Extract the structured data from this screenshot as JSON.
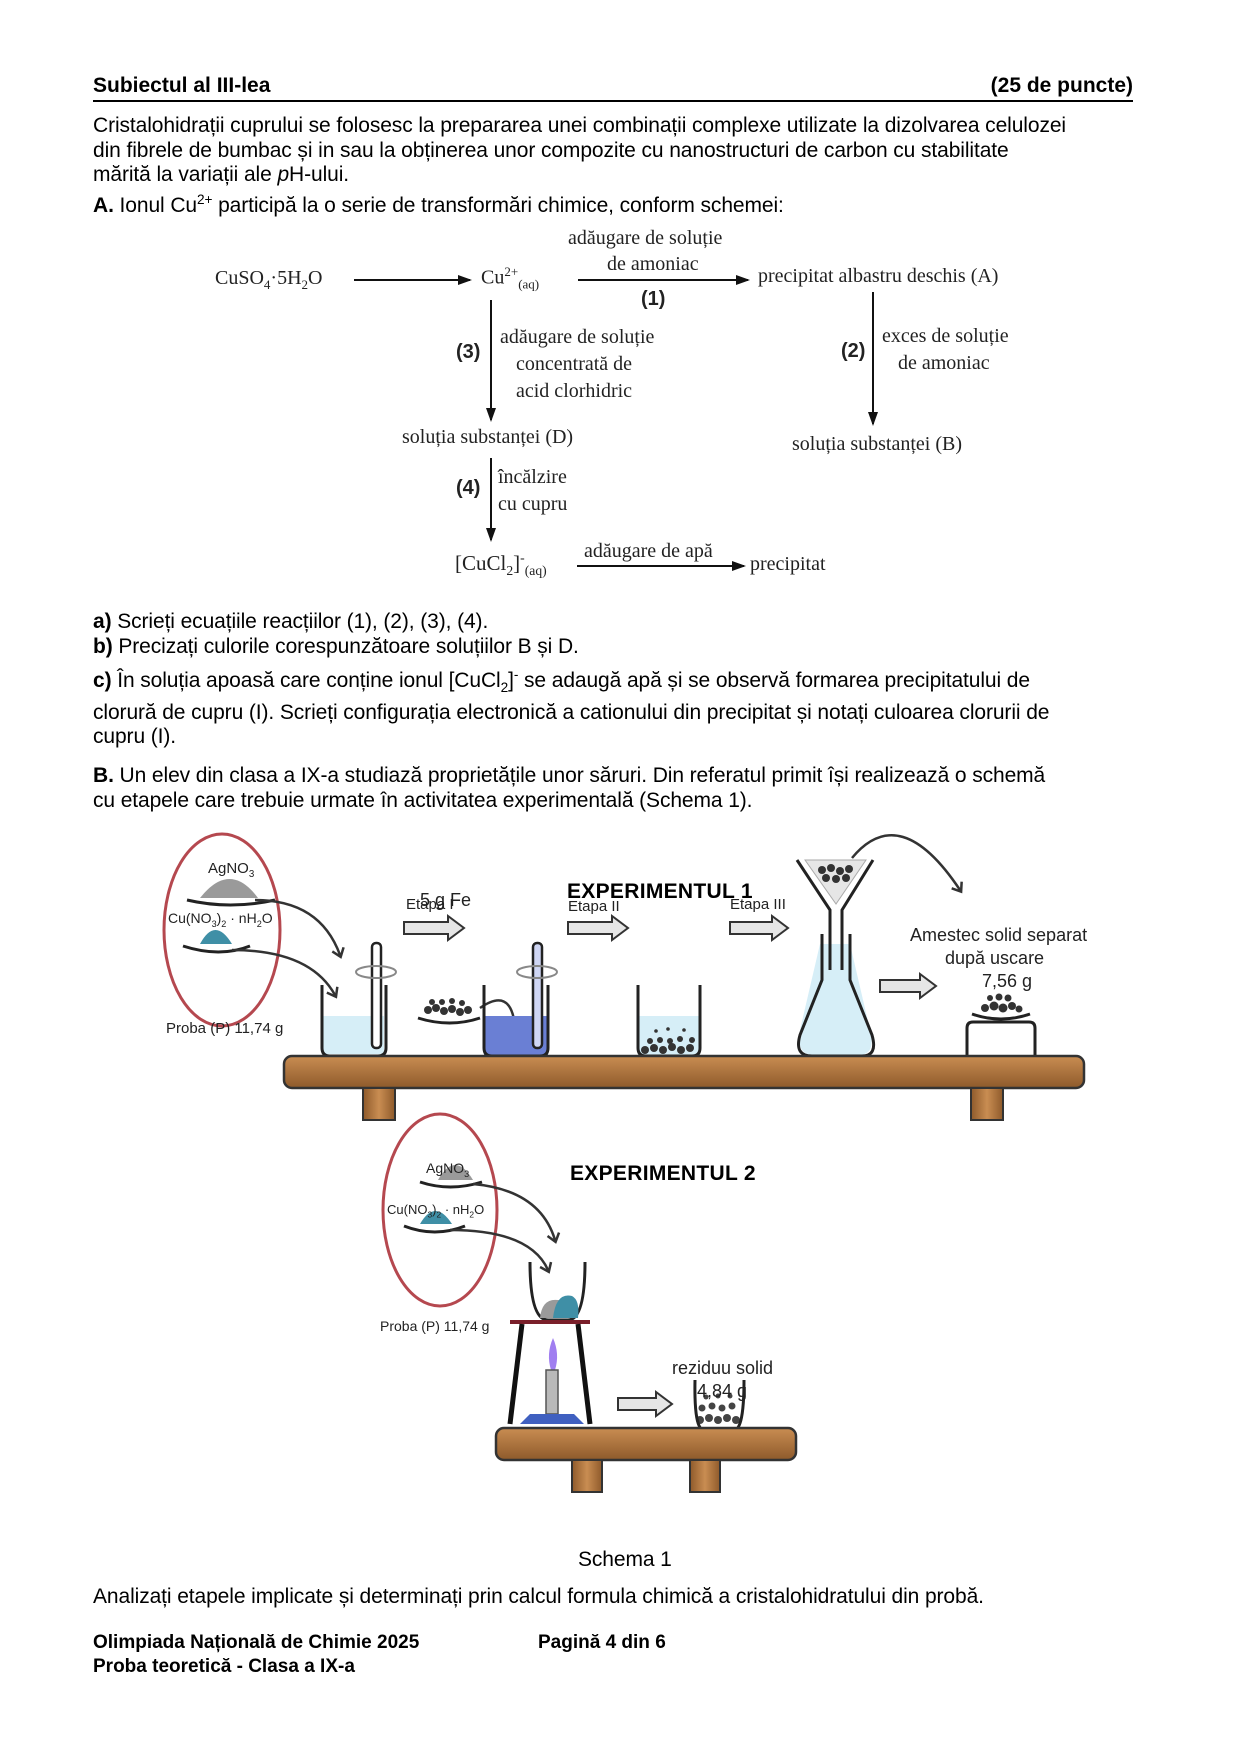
{
  "header": {
    "subject": "Subiectul al III-lea",
    "points": "(25 de puncte)"
  },
  "intro": {
    "line1": "Cristalohidrații cuprului se folosesc la prepararea unei combinații complexe utilizate la dizolvarea celulozei",
    "line2": "din fibrele de bumbac și in sau la obținerea unor compozite cu nanostructuri de carbon cu stabilitate",
    "line3_a": "mărită la variații ale ",
    "line3_p": "p",
    "line3_b": "H-ului."
  },
  "partA": {
    "label": "A.",
    "text_a": " Ionul Cu",
    "text_sup": "2+",
    "text_b": " participă la o serie de transformări chimice, conform schemei:"
  },
  "scheme": {
    "start": "CuSO4·5H2O",
    "start_main": "CuSO",
    "start_sub1": "4",
    "start_mid": "·5H",
    "start_sub2": "2",
    "start_end": "O",
    "cu_ion": "Cu",
    "cu_sup": "2+",
    "cu_sub": "(aq)",
    "step1_label": "(1)",
    "step1_text_line1": "adăugare de soluție",
    "step1_text_line2": "de amoniac",
    "product_A": "precipitat albastru deschis (A)",
    "step2_label": "(2)",
    "step2_text_line1": "exces de soluție",
    "step2_text_line2": "de amoniac",
    "product_B": "soluția substanței (B)",
    "step3_label": "(3)",
    "step3_text_line1": "adăugare de soluție",
    "step3_text_line2": "concentrată de",
    "step3_text_line3": "acid clorhidric",
    "product_D": "soluția substanței (D)",
    "step4_label": "(4)",
    "step4_text_line1": "încălzire",
    "step4_text_line2": "cu cupru",
    "complex_main": "[CuCl",
    "complex_sub": "2",
    "complex_close": "]",
    "complex_sup": "-",
    "complex_aq": "(aq)",
    "step5_text": "adăugare de apă",
    "final_product": "precipitat"
  },
  "questionsA": [
    {
      "label": "a)",
      "text": " Scrieți ecuațiile reacțiilor (1), (2), (3), (4)."
    },
    {
      "label": "b)",
      "text": " Precizați culorile corespunzătoare soluțiilor B și D."
    },
    {
      "label": "c)",
      "text_a": " În soluția apoasă care conține ionul [CuCl",
      "text_sub": "2",
      "text_b": "]",
      "text_sup": "-",
      "text_c": " se adaugă apă și se observă formarea precipitatului de",
      "line2": "clorură de cupru (I). Scrieți configurația electronică a cationului din precipitat și notați culoarea clorurii de",
      "line3": "cupru (I)."
    }
  ],
  "partB": {
    "label": "B.",
    "line1": " Un elev din clasa a IX-a studiază proprietățile unor săruri. Din referatul primit își realizează o schemă",
    "line2": "cu etapele care trebuie urmate în activitatea experimentală (Schema 1)."
  },
  "experiment1": {
    "title": "EXPERIMENTUL 1",
    "salt1": "AgNO3",
    "salt1_main": "AgNO",
    "salt1_sub": "3",
    "salt2_a": "Cu(NO",
    "salt2_sub1": "3",
    "salt2_b": ")",
    "salt2_sub2": "2",
    "salt2_c": " · nH",
    "salt2_sub3": "2",
    "salt2_d": "O",
    "sample": "Proba (P) 11,74 g",
    "iron": "5 g Fe",
    "stage1": "Etapa I",
    "stage2": "Etapa II",
    "stage3": "Etapa III",
    "result_line1": "Amestec solid separat",
    "result_line2": "după uscare",
    "result_mass": "7,56 g"
  },
  "experiment2": {
    "title": "EXPERIMENTUL 2",
    "sample": "Proba (P) 11,74 g",
    "residue_line1": "reziduu solid",
    "residue_mass": "4,84 g"
  },
  "colors": {
    "ellipse": "#b5484f",
    "table": "#b0763f",
    "blue_solution": "#6a7fd4",
    "light_solution": "#d6eef7",
    "crystal_blue": "#3f8fa6",
    "crystal_gray": "#9a9a9a"
  },
  "caption": "Schema 1",
  "task": "Analizați etapele implicate și determinați prin calcul formula chimică a cristalohidratului din probă.",
  "footer": {
    "olympiad": "Olimpiada Națională de Chimie 2025",
    "page": "Pagină 4 din 6",
    "test": "Proba teoretică - Clasa a IX-a"
  }
}
